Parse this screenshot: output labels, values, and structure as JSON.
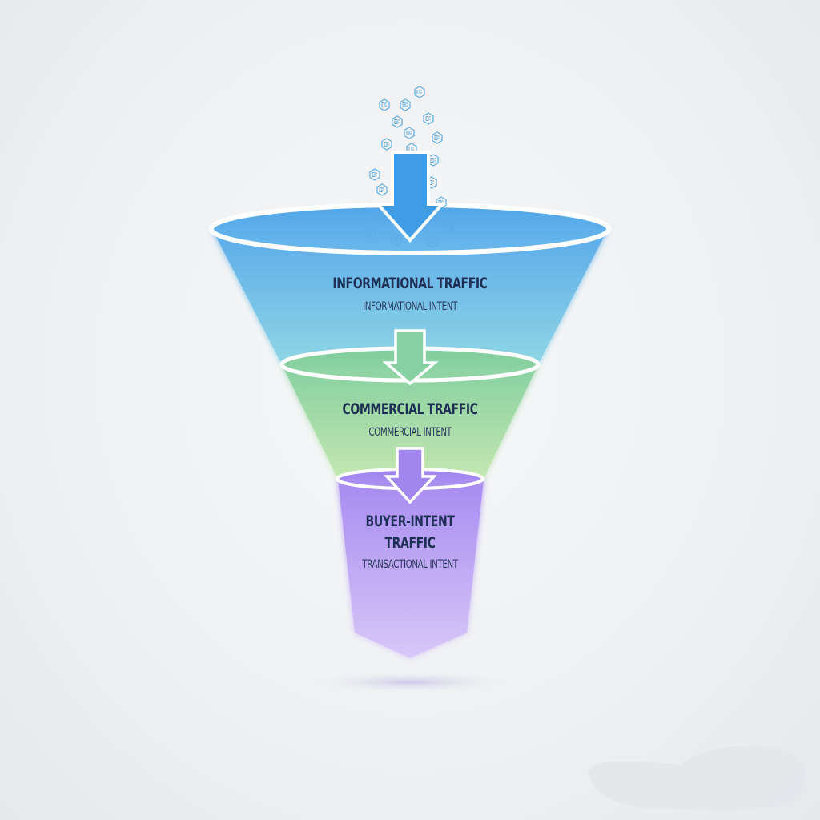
{
  "diagram": {
    "type": "funnel",
    "entry_arrow": {
      "icon": "down-arrow-icon",
      "color": "#3d9be3"
    },
    "particles": {
      "icon": "hexagon-data-icon",
      "color": "#5aa8e0",
      "count": 24
    },
    "stages": [
      {
        "title": "INFORMATIONAL TRAFFIC",
        "subtitle": "INFORMATIONAL INTENT",
        "color_top": "#5fb0ea",
        "color_bottom": "#8ed6e4"
      },
      {
        "title": "COMMERCIAL TRAFFIC",
        "subtitle": "COMMERCIAL INTENT",
        "color_top": "#85cf9e",
        "color_bottom": "#c4e6b0"
      },
      {
        "title_line1": "BUYER-INTENT",
        "title_line2": "TRAFFIC",
        "subtitle": "TRANSACTIONAL INTENT",
        "color_top": "#a68cf0",
        "color_bottom": "#d5c3f8"
      }
    ]
  }
}
